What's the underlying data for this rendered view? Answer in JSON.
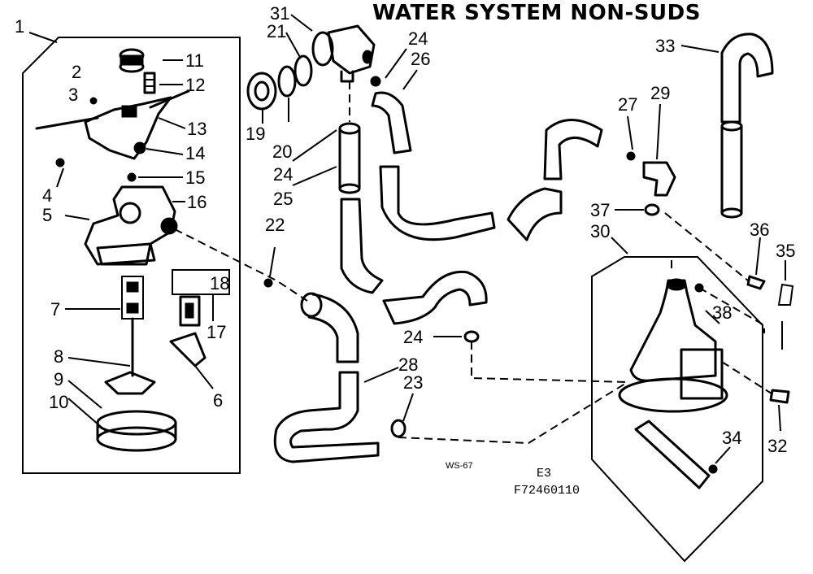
{
  "title": "WATER SYSTEM NON-SUDS",
  "callouts": {
    "c1": "1",
    "c2": "2",
    "c3": "3",
    "c4": "4",
    "c5": "5",
    "c6": "6",
    "c7": "7",
    "c8": "8",
    "c9": "9",
    "c10": "10",
    "c11": "11",
    "c12": "12",
    "c13": "13",
    "c14": "14",
    "c15": "15",
    "c16": "16",
    "c17": "17",
    "c18": "18",
    "c19": "19",
    "c20": "20",
    "c21": "21",
    "c22": "22",
    "c23": "23",
    "c24a": "24",
    "c24b": "24",
    "c24c": "24",
    "c25": "25",
    "c26": "26",
    "c27": "27",
    "c28": "28",
    "c29": "29",
    "c30": "30",
    "c31": "31",
    "c32": "32",
    "c33": "33",
    "c34": "34",
    "c35": "35",
    "c36": "36",
    "c37": "37",
    "c38": "38"
  },
  "footer": {
    "ws_code": "WS-67",
    "section_code": "E3",
    "figure_code": "F72460110"
  }
}
